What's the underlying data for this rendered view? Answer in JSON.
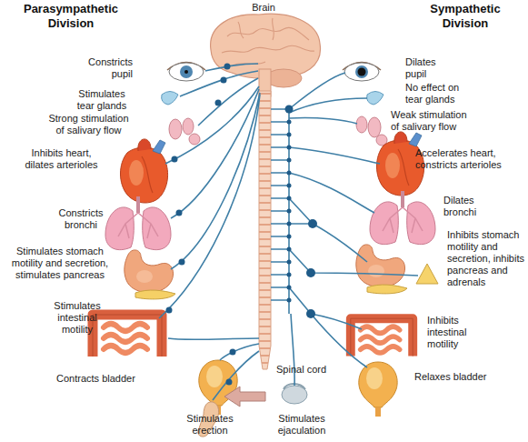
{
  "diagram": {
    "labels": [
      "Parasympathetic Division",
      "Brain",
      "Sympathetic Division",
      "Constricts pupil",
      "Dilates pupil",
      "Stimulates tear glands",
      "No effect on tear glands",
      "Strong stimulation of salivary flow",
      "Weak stimulation of salivary flow",
      "Inhibits heart, dilates arterioles",
      "Accelerates heart, constricts arterioles",
      "Dilates bronchi",
      "Constricts bronchi",
      "Stimulates stomach motility and secretion, stimulates pancreas",
      "Inhibits stomach motility and secretion, inhibits pancreas and adrenals",
      "Stimulates intestinal motility",
      "Inhibits intestinal motility",
      "Contracts bladder",
      "Spinal cord",
      "Relaxes bladder",
      "Stimulates erection",
      "Stimulates ejaculation"
    ]
  }
}
